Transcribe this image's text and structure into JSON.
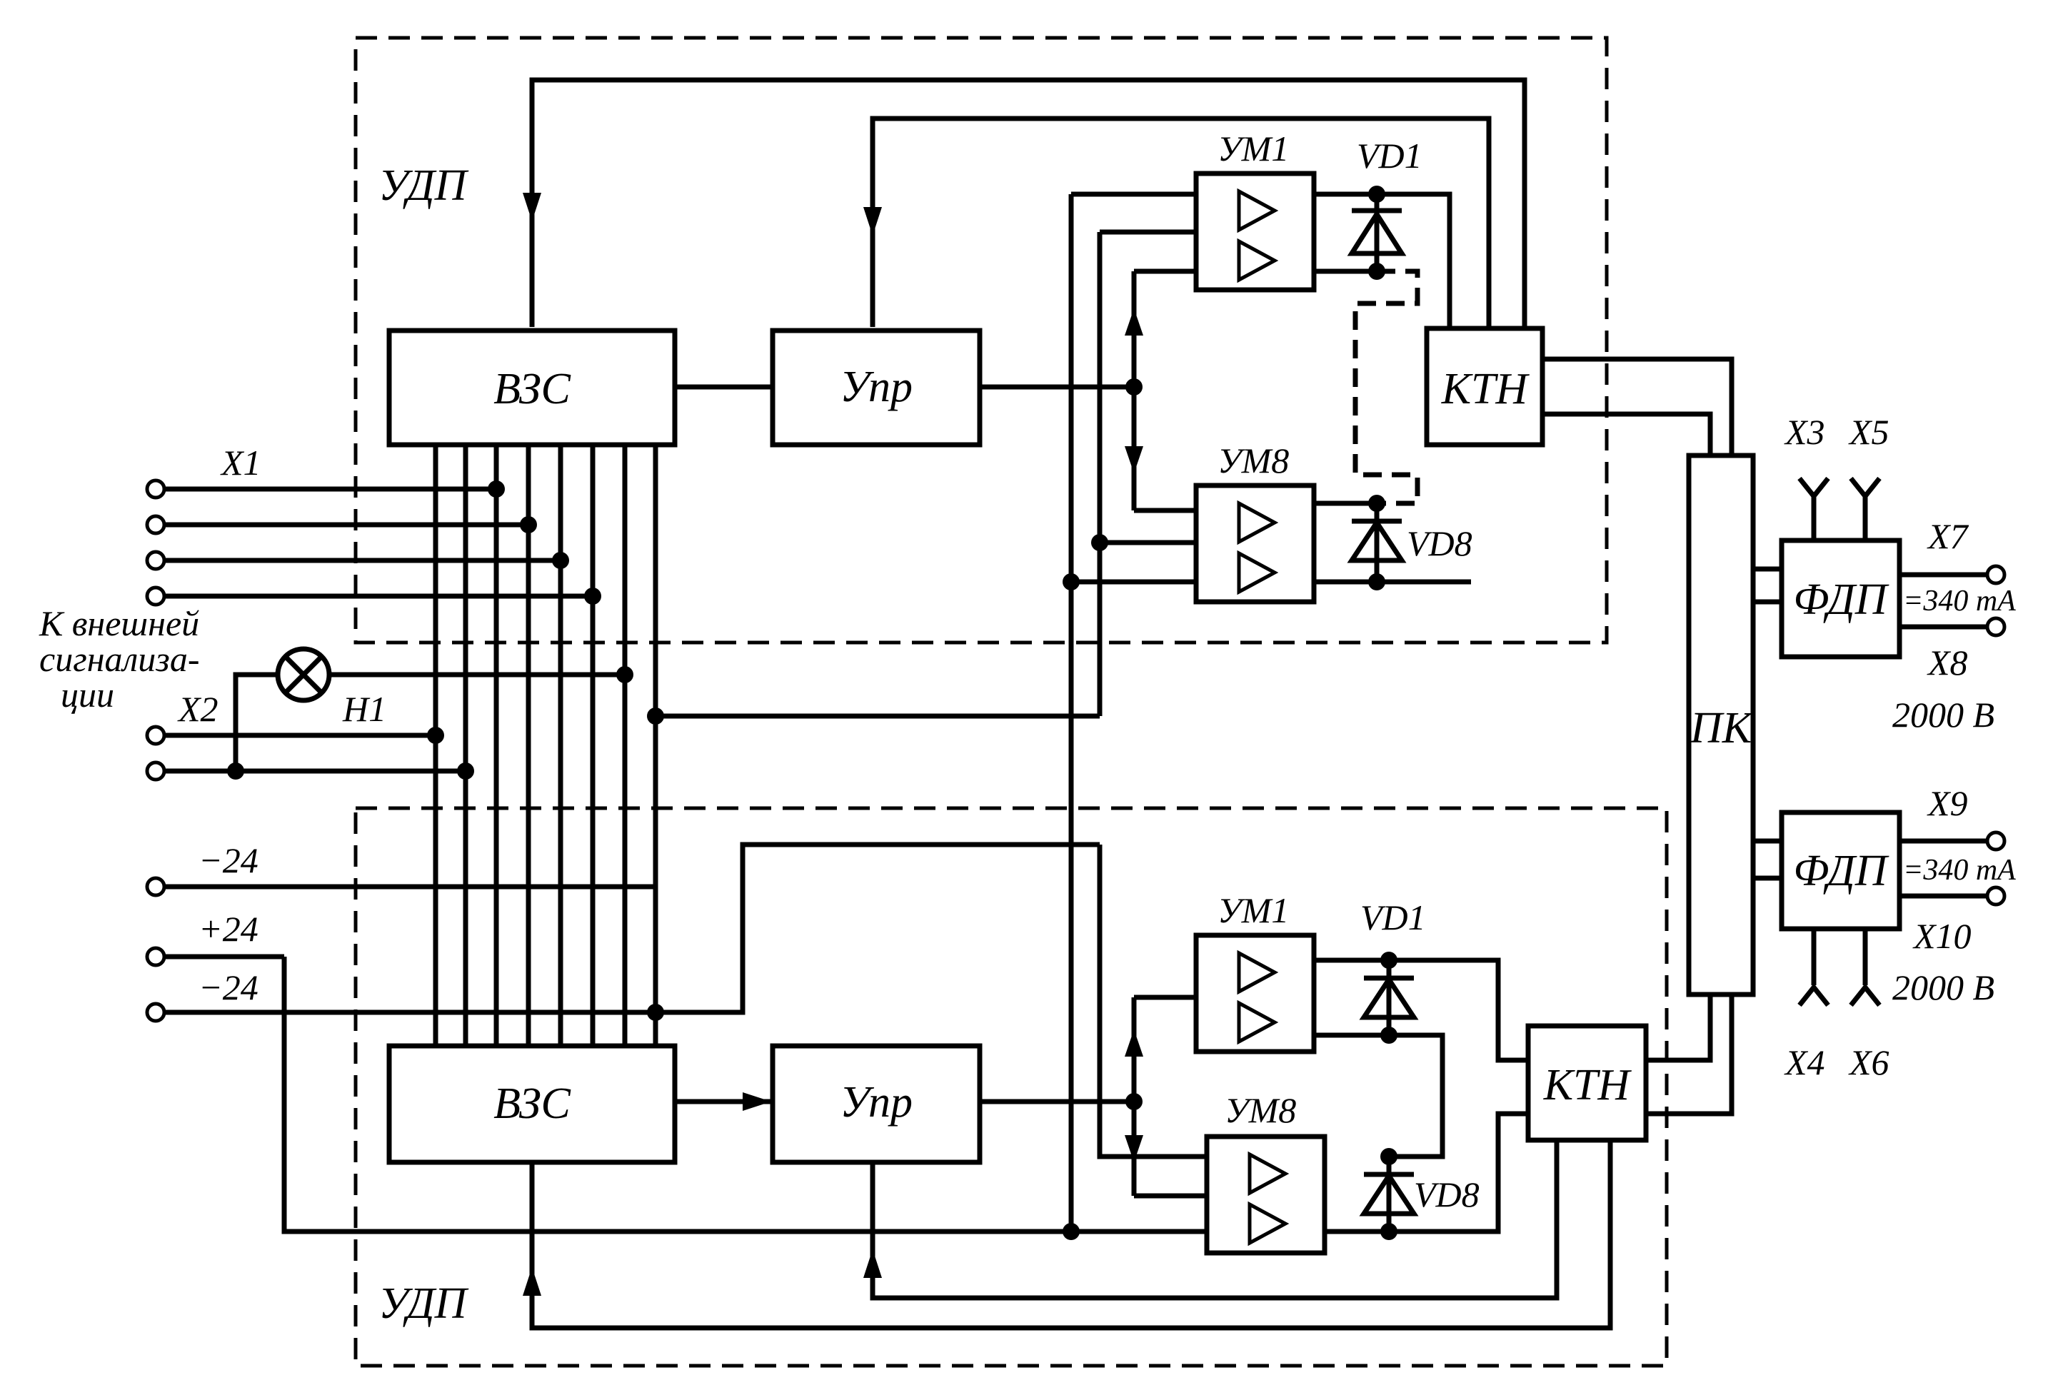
{
  "blocks": {
    "vzs": "ВЗС",
    "upr": "Упр",
    "ktn": "КТН",
    "um1": "УМ1",
    "um8": "УМ8",
    "vd1": "VD1",
    "vd8": "VD8",
    "pk": "ПК",
    "fdp": "ФДП",
    "udp": "УДП"
  },
  "terminals": {
    "x1": "X1",
    "x2": "X2",
    "x3": "X3",
    "x4": "X4",
    "x5": "X5",
    "x6": "X6",
    "x7": "X7",
    "x8": "X8",
    "x9": "X9",
    "x10": "X10"
  },
  "lamp": "H1",
  "external_signal": [
    "К внешней",
    "сигнализа-",
    "ции"
  ],
  "supply": {
    "minus_24": "−24",
    "plus_24": "+24"
  },
  "output": {
    "current": "=340 mA",
    "voltage": "2000 В"
  }
}
